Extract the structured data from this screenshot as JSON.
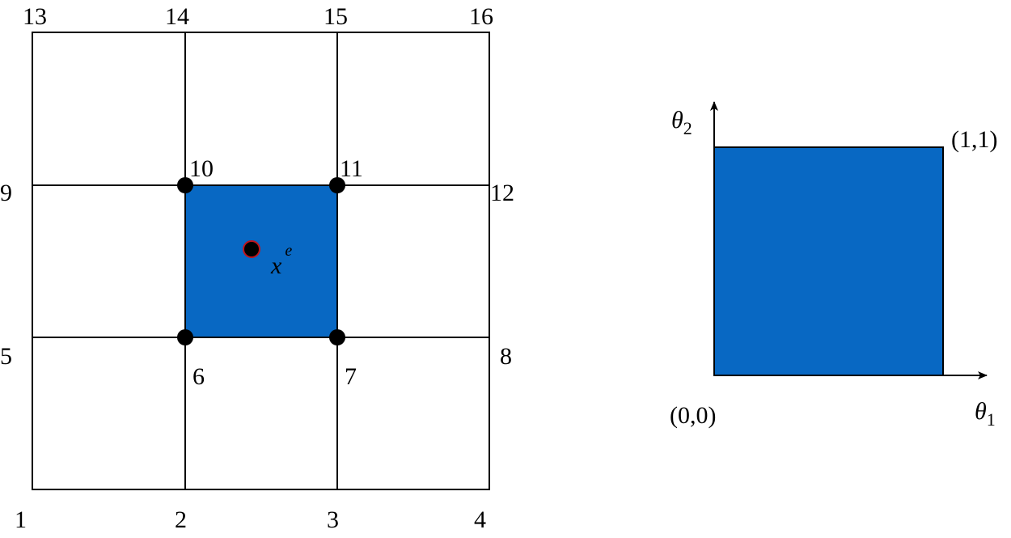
{
  "colors": {
    "element_fill": "#0868c3",
    "node_fill": "#000000",
    "point_stroke": "#c0141c",
    "line": "#000000"
  },
  "mesh": {
    "nodes": [
      {
        "id": "1",
        "label": "1"
      },
      {
        "id": "2",
        "label": "2"
      },
      {
        "id": "3",
        "label": "3"
      },
      {
        "id": "4",
        "label": "4"
      },
      {
        "id": "5",
        "label": "5"
      },
      {
        "id": "6",
        "label": "6"
      },
      {
        "id": "7",
        "label": "7"
      },
      {
        "id": "8",
        "label": "8"
      },
      {
        "id": "9",
        "label": "9"
      },
      {
        "id": "10",
        "label": "10"
      },
      {
        "id": "11",
        "label": "11"
      },
      {
        "id": "12",
        "label": "12"
      },
      {
        "id": "13",
        "label": "13"
      },
      {
        "id": "14",
        "label": "14"
      },
      {
        "id": "15",
        "label": "15"
      },
      {
        "id": "16",
        "label": "16"
      }
    ],
    "highlighted_element_nodes": [
      "6",
      "7",
      "11",
      "10"
    ],
    "point_label": {
      "base": "x",
      "sup": "e"
    }
  },
  "reference_element": {
    "axis_x": {
      "base": "θ",
      "sub": "1"
    },
    "axis_y": {
      "base": "θ",
      "sub": "2"
    },
    "origin_label": "(0,0)",
    "corner_label": "(1,1)"
  }
}
